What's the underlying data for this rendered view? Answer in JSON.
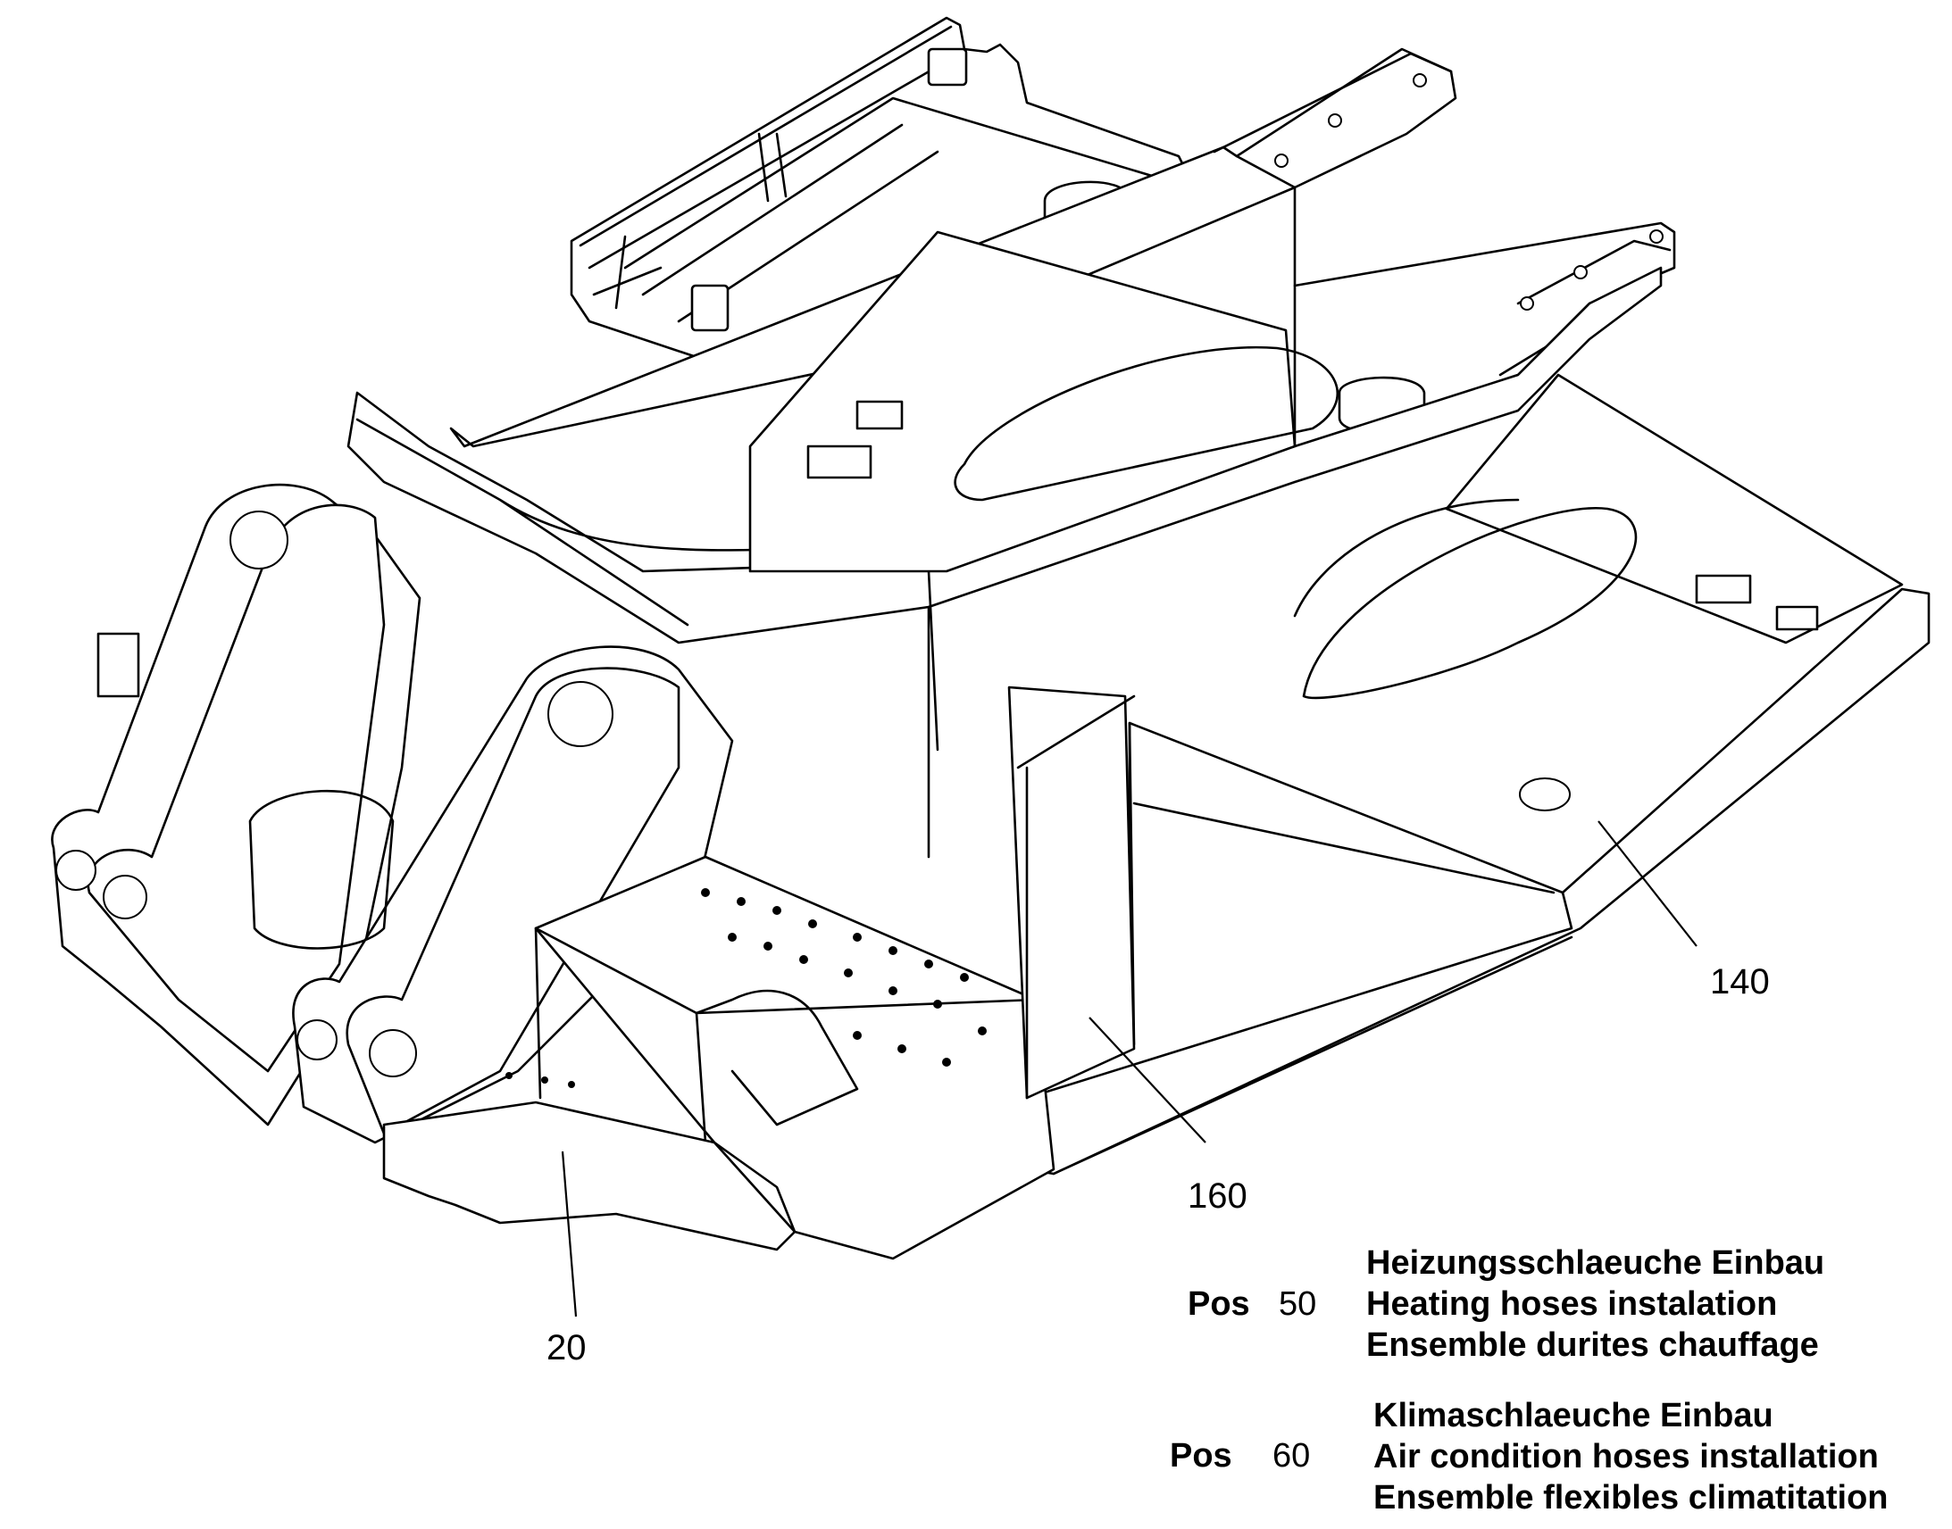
{
  "callouts": {
    "c140": "140",
    "c160": "160",
    "c20": "20"
  },
  "positions": [
    {
      "label": "Pos",
      "number": "50",
      "lines": [
        "Heizungsschlaeuche Einbau",
        "Heating hoses instalation",
        "Ensemble durites chauffage"
      ]
    },
    {
      "label": "Pos",
      "number": "60",
      "lines": [
        "Klimaschlaeuche Einbau",
        "Air condition hoses installation",
        "Ensemble flexibles climatitation"
      ]
    }
  ]
}
